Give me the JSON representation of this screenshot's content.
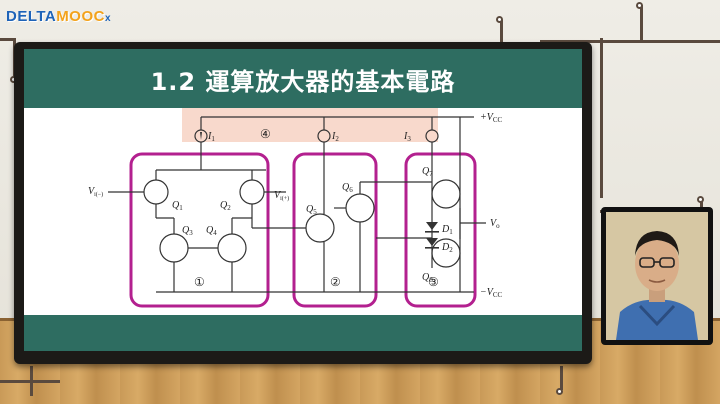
{
  "logo": {
    "part1": "DELTA",
    "part2": "MOOC",
    "part3": "x"
  },
  "slide": {
    "title": "1.2 運算放大器的基本電路"
  },
  "circuit": {
    "labels": {
      "i1": "I",
      "i1_sub": "1",
      "i2": "I",
      "i2_sub": "2",
      "i3": "I",
      "i3_sub": "3",
      "sec4": "④",
      "sec1": "①",
      "sec2": "②",
      "sec3": "③",
      "vcc_pos": "+V",
      "vcc_pos_sub": "CC",
      "vcc_neg": "−V",
      "vcc_neg_sub": "CC",
      "vin_neg": "V",
      "vin_neg_sub": "i(−)",
      "vin_pos": "V",
      "vin_pos_sub": "i(+)",
      "vo": "V",
      "vo_sub": "o",
      "q1": "Q",
      "q1_sub": "1",
      "q2": "Q",
      "q2_sub": "2",
      "q3": "Q",
      "q3_sub": "3",
      "q4": "Q",
      "q4_sub": "4",
      "q5": "Q",
      "q5_sub": "5",
      "q6": "Q",
      "q6_sub": "6",
      "q7": "Q",
      "q7_sub": "7",
      "q8": "Q",
      "q8_sub": "8",
      "d1": "D",
      "d1_sub": "1",
      "d2": "D",
      "d2_sub": "2"
    },
    "colors": {
      "highlight_box": "#b3208f",
      "section4_fill": "#f8d9cc",
      "wire": "#333333",
      "band": "#2e6d61"
    }
  },
  "presenter": {
    "name": ""
  }
}
